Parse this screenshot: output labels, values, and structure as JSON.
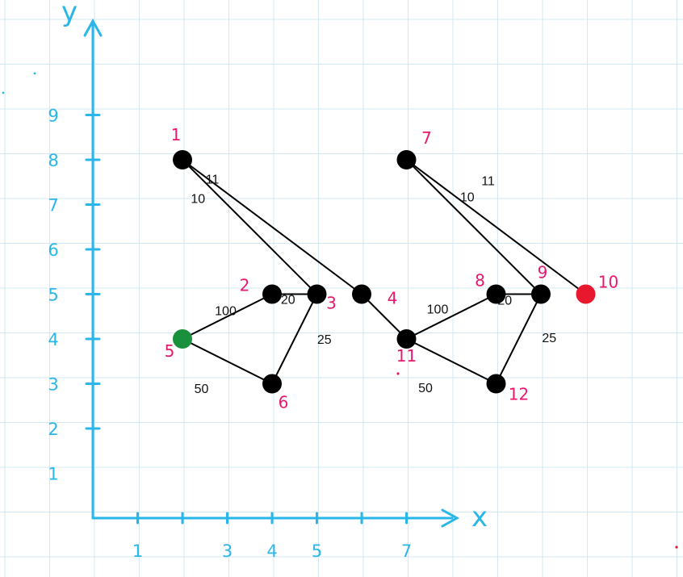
{
  "axes": {
    "x_name": "x",
    "y_name": "y",
    "x_tick_labels": [
      {
        "at": 1,
        "text": "1"
      },
      {
        "at": 3,
        "text": "3"
      },
      {
        "at": 4,
        "text": "4"
      },
      {
        "at": 5,
        "text": "5"
      },
      {
        "at": 7,
        "text": "7"
      }
    ],
    "y_tick_labels": [
      {
        "at": 1,
        "text": "1"
      },
      {
        "at": 2,
        "text": "2"
      },
      {
        "at": 3,
        "text": "3"
      },
      {
        "at": 4,
        "text": "4"
      },
      {
        "at": 5,
        "text": "5"
      },
      {
        "at": 6,
        "text": "6"
      },
      {
        "at": 7,
        "text": "7"
      },
      {
        "at": 8,
        "text": "8"
      },
      {
        "at": 9,
        "text": "9"
      }
    ],
    "color": "#29b6e8"
  },
  "colors": {
    "default_node": "#000000",
    "green_node": "#1a8f3c",
    "red_node": "#e8182e",
    "label": "#e8186d",
    "edge": "#000000"
  },
  "nodes": [
    {
      "id": "1",
      "label": "1",
      "x": 2,
      "y": 8,
      "color": "#000000"
    },
    {
      "id": "2",
      "label": "2",
      "x": 4,
      "y": 5,
      "color": "#000000"
    },
    {
      "id": "3",
      "label": "3",
      "x": 5,
      "y": 5,
      "color": "#000000"
    },
    {
      "id": "4",
      "label": "4",
      "x": 6,
      "y": 5,
      "color": "#000000"
    },
    {
      "id": "5",
      "label": "5",
      "x": 2,
      "y": 4,
      "color": "#1a8f3c"
    },
    {
      "id": "6",
      "label": "6",
      "x": 4,
      "y": 3,
      "color": "#000000"
    },
    {
      "id": "7",
      "label": "7",
      "x": 7,
      "y": 8,
      "color": "#000000"
    },
    {
      "id": "8",
      "label": "8",
      "x": 9,
      "y": 5,
      "color": "#000000"
    },
    {
      "id": "9",
      "label": "9",
      "x": 10,
      "y": 5,
      "color": "#000000"
    },
    {
      "id": "10",
      "label": "10",
      "x": 11,
      "y": 5,
      "color": "#e8182e"
    },
    {
      "id": "11",
      "label": "11",
      "x": 7,
      "y": 4,
      "color": "#000000"
    },
    {
      "id": "12",
      "label": "12",
      "x": 9,
      "y": 3,
      "color": "#000000"
    }
  ],
  "edges": [
    {
      "from": "1",
      "to": "3",
      "weight": "10"
    },
    {
      "from": "1",
      "to": "4",
      "weight": "11"
    },
    {
      "from": "5",
      "to": "2",
      "weight": "100"
    },
    {
      "from": "2",
      "to": "3",
      "weight": "20"
    },
    {
      "from": "3",
      "to": "6",
      "weight": "25"
    },
    {
      "from": "5",
      "to": "6",
      "weight": "50"
    },
    {
      "from": "4",
      "to": "11",
      "weight": ""
    },
    {
      "from": "7",
      "to": "9",
      "weight": "10"
    },
    {
      "from": "7",
      "to": "10",
      "weight": "11"
    },
    {
      "from": "11",
      "to": "8",
      "weight": "100"
    },
    {
      "from": "8",
      "to": "9",
      "weight": "20"
    },
    {
      "from": "9",
      "to": "12",
      "weight": "25"
    },
    {
      "from": "11",
      "to": "12",
      "weight": "50"
    }
  ]
}
